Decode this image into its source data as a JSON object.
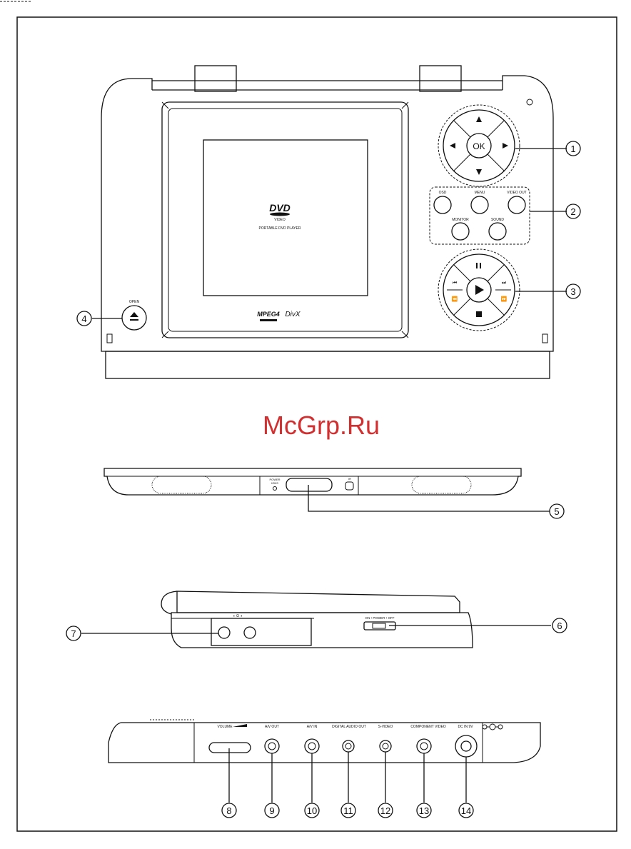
{
  "watermark": "McGrp.Ru",
  "front": {
    "disc_logo_top": "DVD",
    "disc_logo_bottom": "VIDEO",
    "disc_caption": "PORTABLE DVD PLAYER",
    "format_logo_1": "MPEG4",
    "format_logo_2": "DivX",
    "ok_label": "OK",
    "button_labels": [
      "OSD",
      "MENU",
      "VIDEO OUT",
      "MONITOR",
      "SOUND"
    ],
    "open_label": "OPEN"
  },
  "top_side": {
    "power_label": "POWER",
    "ir_label": "IR",
    "charge_label": "IONS"
  },
  "right_side": {
    "power_switch_label": "ON • POWER • OFF"
  },
  "back_side": {
    "labels": [
      "VOLUME",
      "A/V OUT",
      "A/V IN",
      "DIGITAL AUDIO OUT",
      "S-VIDEO",
      "COMPONENT VIDEO",
      "DC IN 9V"
    ]
  },
  "callouts": [
    "1",
    "2",
    "3",
    "4",
    "5",
    "6",
    "7",
    "8",
    "9",
    "10",
    "11",
    "12",
    "13",
    "14"
  ]
}
